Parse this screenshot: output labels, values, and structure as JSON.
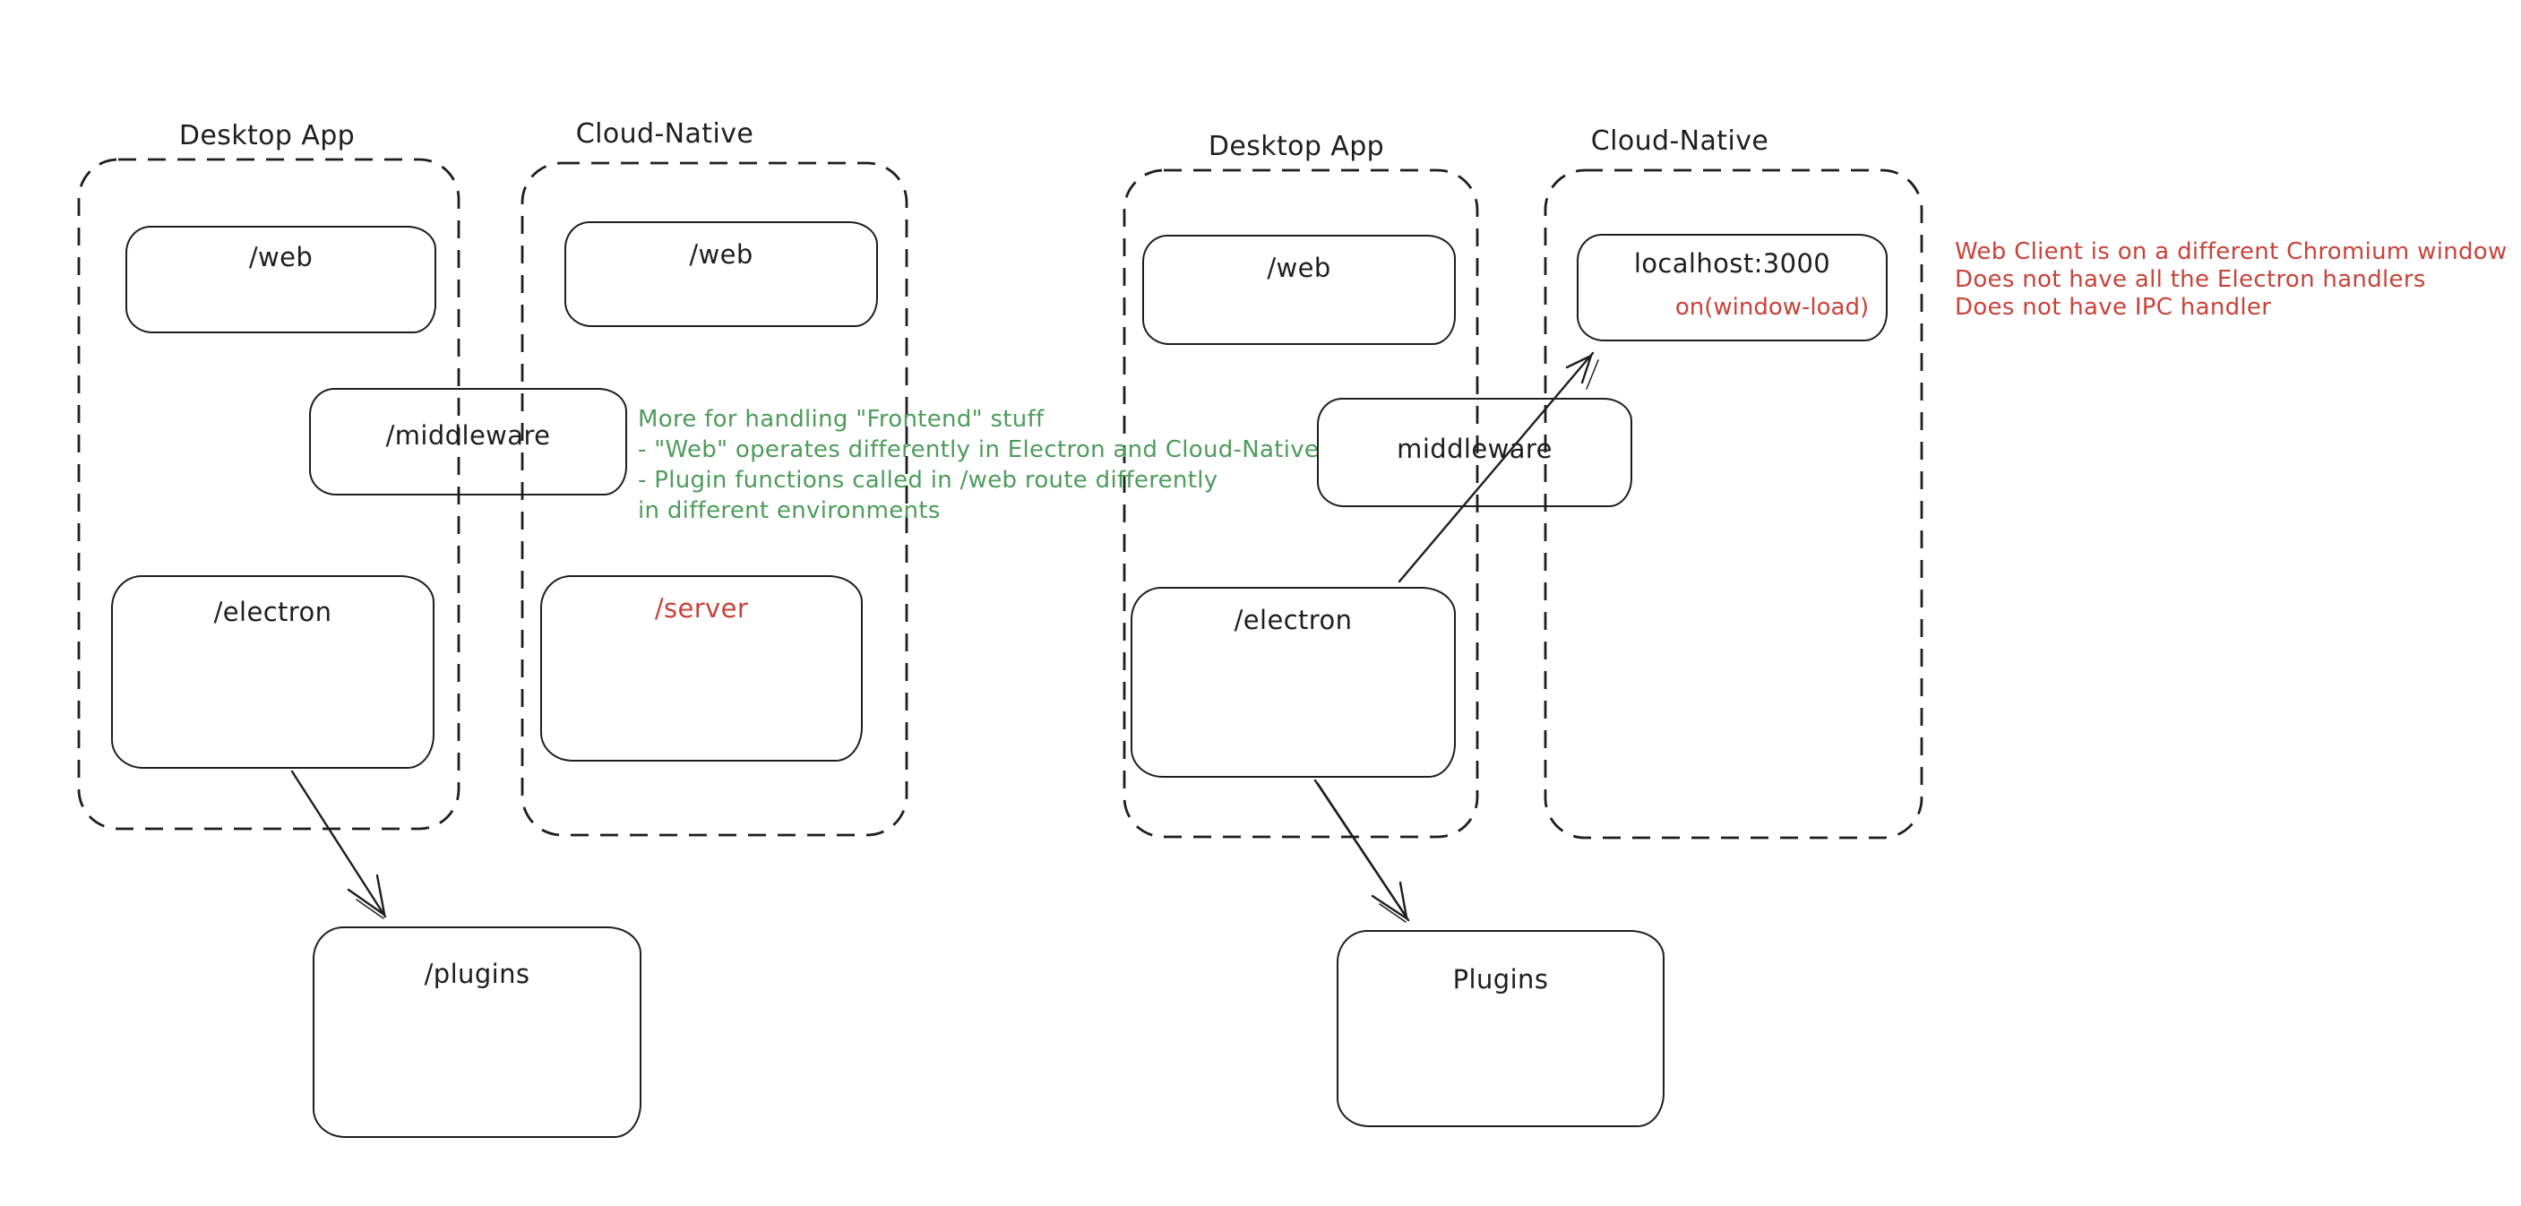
{
  "colors": {
    "ink": "#1e1e1e",
    "canvas": "#ffffff",
    "green": "#4d9c5b",
    "red": "#c8433a"
  },
  "left": {
    "desktop_label": "Desktop App",
    "cloud_label": "Cloud-Native",
    "web_desktop": "/web",
    "web_cloud": "/web",
    "middleware": "/middleware",
    "electron": "/electron",
    "server": "/server",
    "plugins": "/plugins",
    "note_lines": [
      "More for handling \"Frontend\" stuff",
      "- \"Web\" operates differently in Electron and Cloud-Native",
      "- Plugin functions called in /web route differently",
      "in different environments"
    ]
  },
  "right": {
    "desktop_label": "Desktop App",
    "cloud_label": "Cloud-Native",
    "web": "/web",
    "middleware": "middleware",
    "electron": "/electron",
    "localhost": "localhost:3000",
    "window_load": "on(window-load)",
    "plugins": "Plugins",
    "note_lines": [
      "Web Client is on a different Chromium window",
      "Does not have all the Electron handlers",
      "Does not have IPC handler"
    ]
  }
}
